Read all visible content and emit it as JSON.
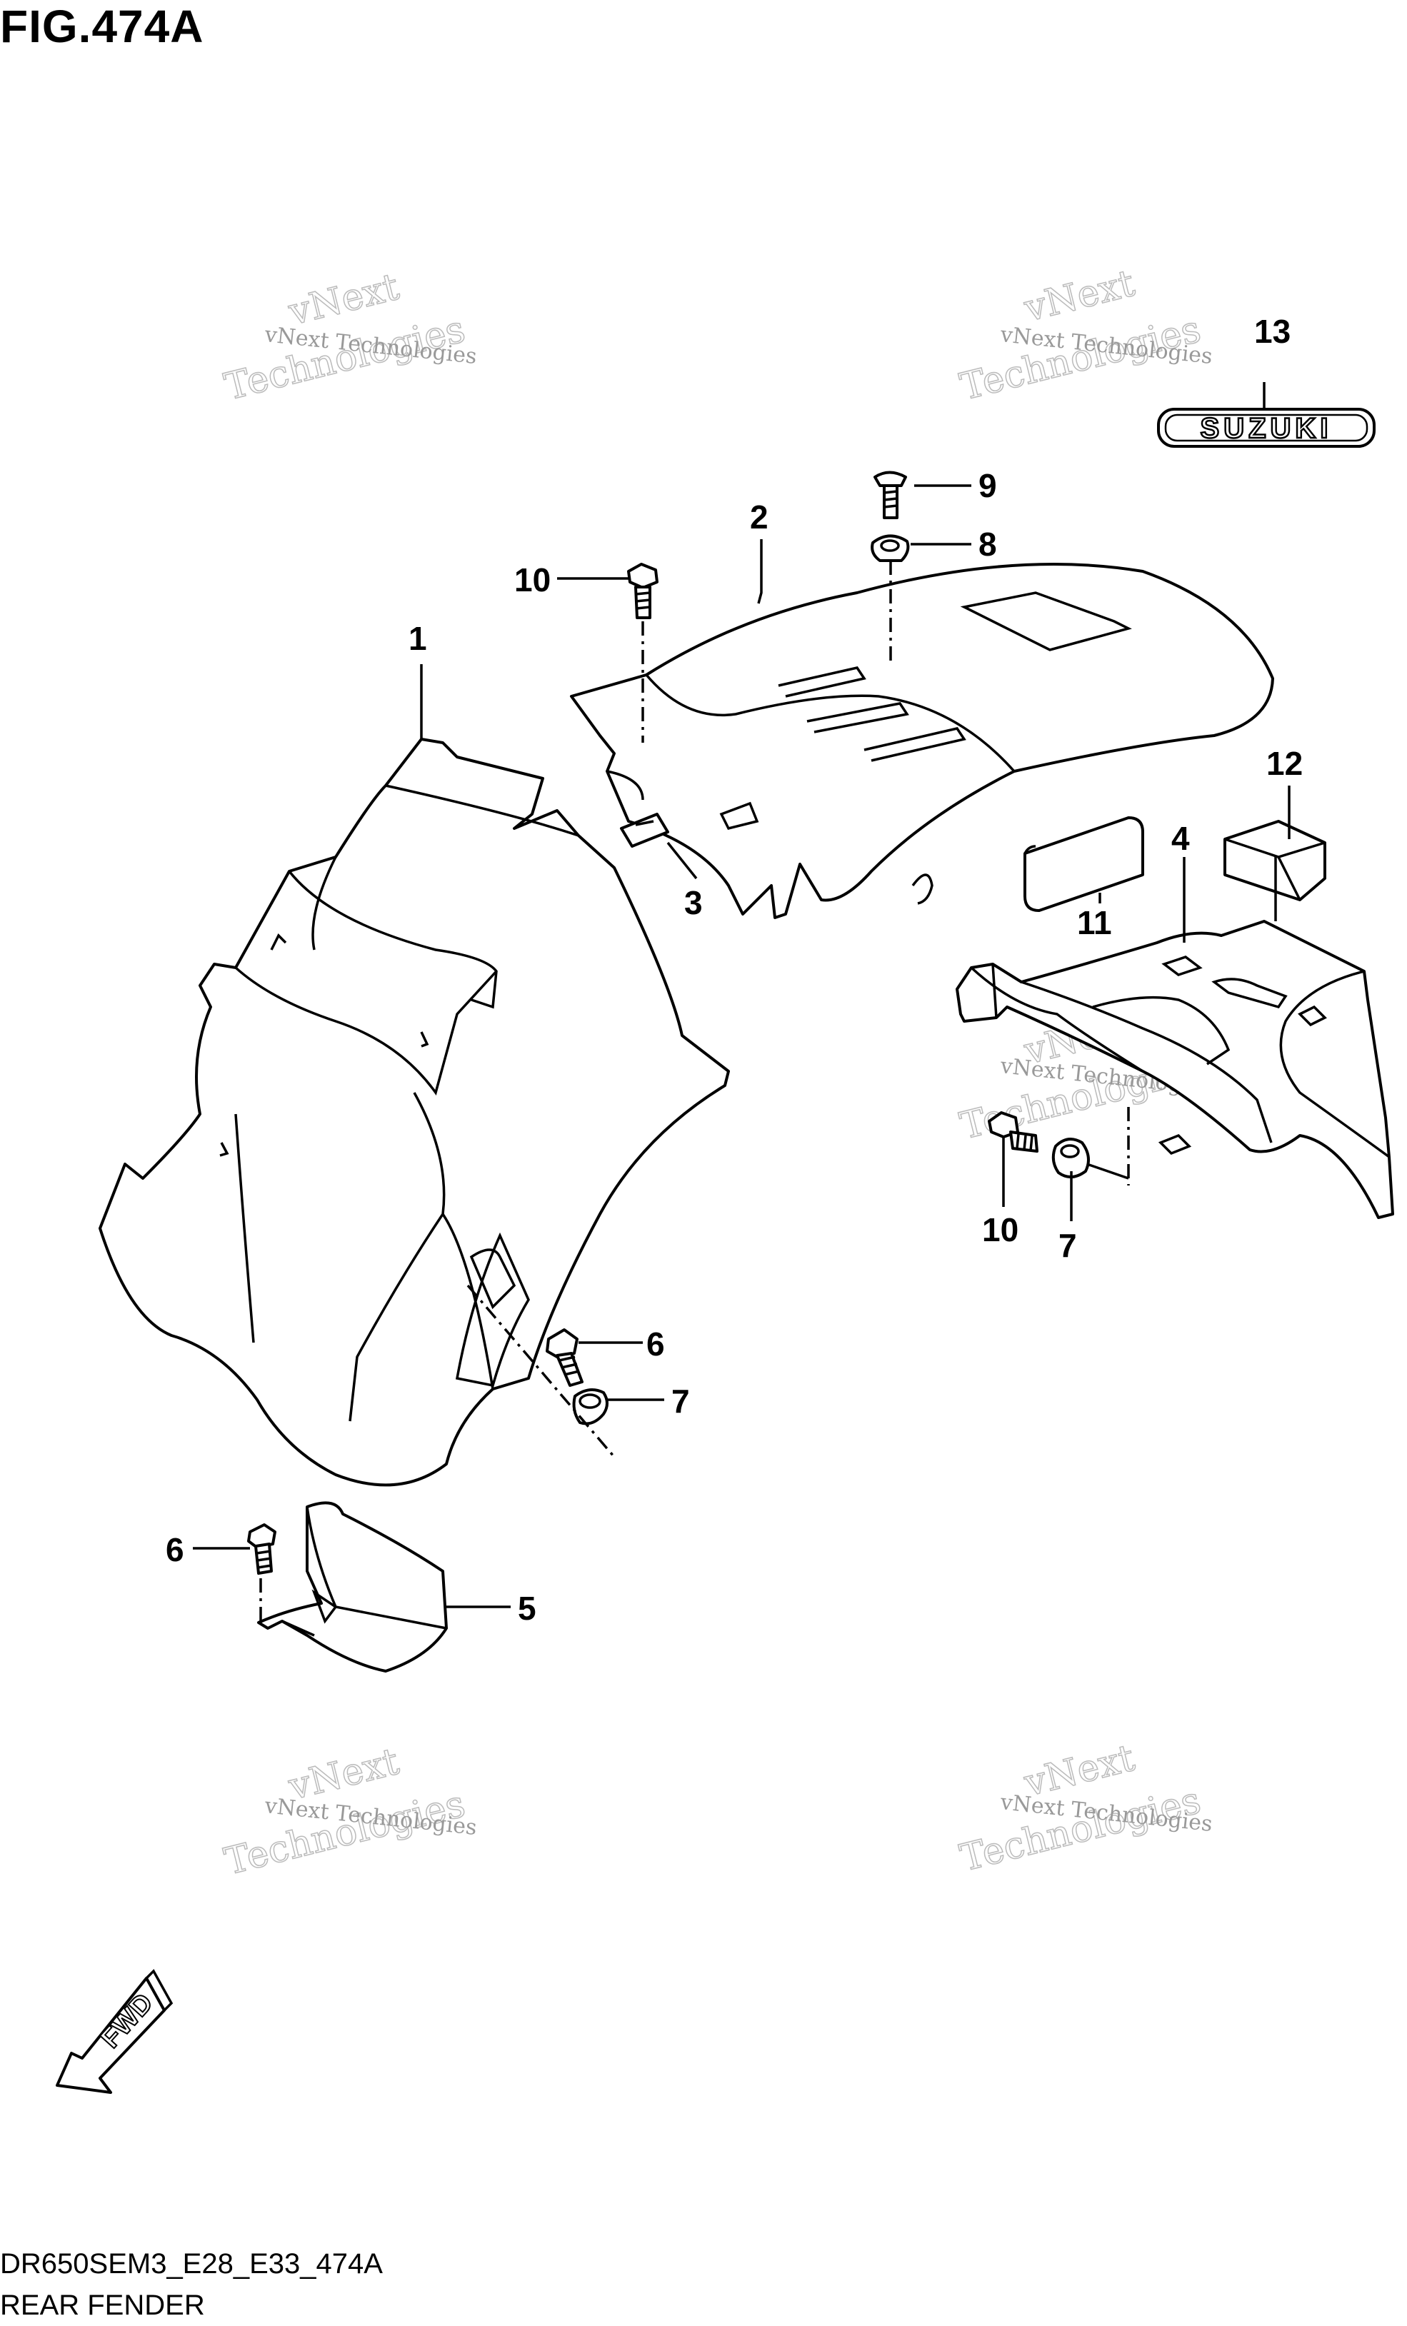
{
  "figure": {
    "title": "FIG.474A",
    "code": "DR650SEM3_E28_E33_474A",
    "name": "REAR FENDER"
  },
  "watermark": {
    "line1": "vNext Technologies",
    "line2": "vNext",
    "line3": "Technologies"
  },
  "emblem_text": "SUZUKI",
  "direction_label": "FWD",
  "callouts": {
    "c1": "1",
    "c2": "2",
    "c3": "3",
    "c4": "4",
    "c5": "5",
    "c6a": "6",
    "c6b": "6",
    "c7a": "7",
    "c7b": "7",
    "c8": "8",
    "c9": "9",
    "c10a": "10",
    "c10b": "10",
    "c11": "11",
    "c12": "12",
    "c13": "13"
  }
}
